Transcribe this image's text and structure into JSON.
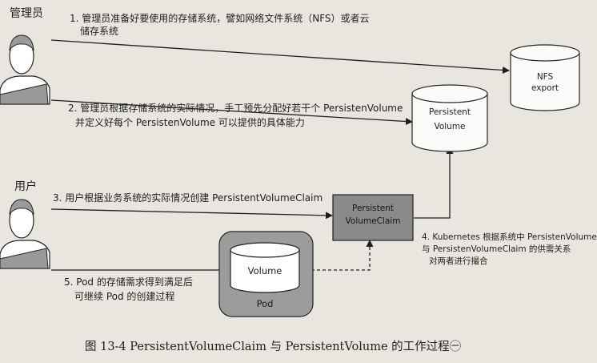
{
  "actors": {
    "admin_label": "管理员",
    "user_label": "用户"
  },
  "steps": {
    "s1_line1": "1. 管理员准备好要使用的存储系统，譬如网络文件系统（NFS）或者云",
    "s1_line2": "储存系统",
    "s2_line1": "2. 管理员根据存储系统的实际情况，手工预先分配好若干个 PersistenVolume",
    "s2_line2": "并定义好每个 PersistenVolume 可以提供的具体能力",
    "s3": "3. 用户根据业务系统的实际情况创建 PersistentVolumeClaim",
    "s4_line1": "4. Kubernetes 根据系统中 PersistenVolume",
    "s4_line2": "与 PersistenVolumeClaim 的供需关系",
    "s4_line3": "对两者进行撮合",
    "s5_line1": "5. Pod 的存储需求得到满足后",
    "s5_line2": "可继续 Pod 的创建过程"
  },
  "nodes": {
    "nfs_line1": "NFS",
    "nfs_line2": "export",
    "pv_line1": "Persistent",
    "pv_line2": "Volume",
    "pvc_line1": "Persistent",
    "pvc_line2": "VolumeClaim",
    "volume": "Volume",
    "pod": "Pod"
  },
  "caption": "图 13-4   PersistentVolumeClaim 与 PersistentVolume 的工作过程㊀"
}
